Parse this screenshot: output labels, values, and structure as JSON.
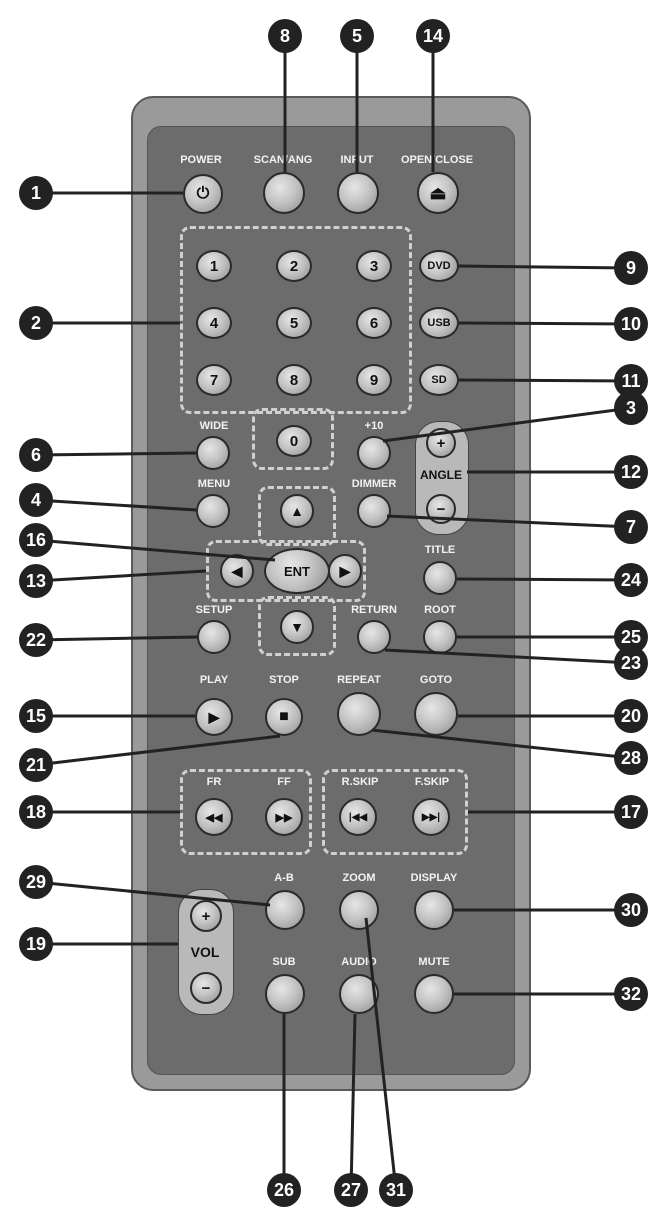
{
  "labels": {
    "power": "POWER",
    "scan_ang": "SCAN/ANG",
    "input": "INPUT",
    "open_close": "OPEN/CLOSE",
    "wide": "WIDE",
    "plus10": "+10",
    "menu": "MENU",
    "dimmer": "DIMMER",
    "title": "TITLE",
    "setup": "SETUP",
    "return": "RETURN",
    "root": "ROOT",
    "play": "PLAY",
    "stop": "STOP",
    "repeat": "REPEAT",
    "goto": "GOTO",
    "fr": "FR",
    "ff": "FF",
    "r_skip": "R.SKIP",
    "f_skip": "F.SKIP",
    "a_b": "A-B",
    "zoom": "ZOOM",
    "display": "DISPLAY",
    "sub": "SUB",
    "audio": "AUDIO",
    "mute": "MUTE",
    "angle": "ANGLE",
    "vol": "VOL"
  },
  "buttons": {
    "dvd": "DVD",
    "usb": "USB",
    "sd": "SD",
    "ent": "ENT",
    "digits": [
      "1",
      "2",
      "3",
      "4",
      "5",
      "6",
      "7",
      "8",
      "9",
      "0"
    ],
    "plus": "+",
    "minus": "−"
  },
  "icons": {
    "power": "⏻",
    "eject": "⏏",
    "up": "▲",
    "down": "▼",
    "left": "◀",
    "right": "▶",
    "play": "▶",
    "stop": "■",
    "rewind": "◀◀",
    "fast_forward": "▶▶",
    "skip_back": "|◀◀",
    "skip_forward": "▶▶|"
  },
  "callouts": [
    "1",
    "2",
    "3",
    "4",
    "5",
    "6",
    "7",
    "8",
    "9",
    "10",
    "11",
    "12",
    "13",
    "14",
    "15",
    "16",
    "17",
    "18",
    "19",
    "20",
    "21",
    "22",
    "23",
    "24",
    "25",
    "26",
    "27",
    "28",
    "29",
    "30",
    "31",
    "32"
  ],
  "colors": {
    "body_outer": "#9a9a9a",
    "body_inner": "#6c6c6c",
    "button": "#c4c4c4",
    "callout": "#222222"
  }
}
